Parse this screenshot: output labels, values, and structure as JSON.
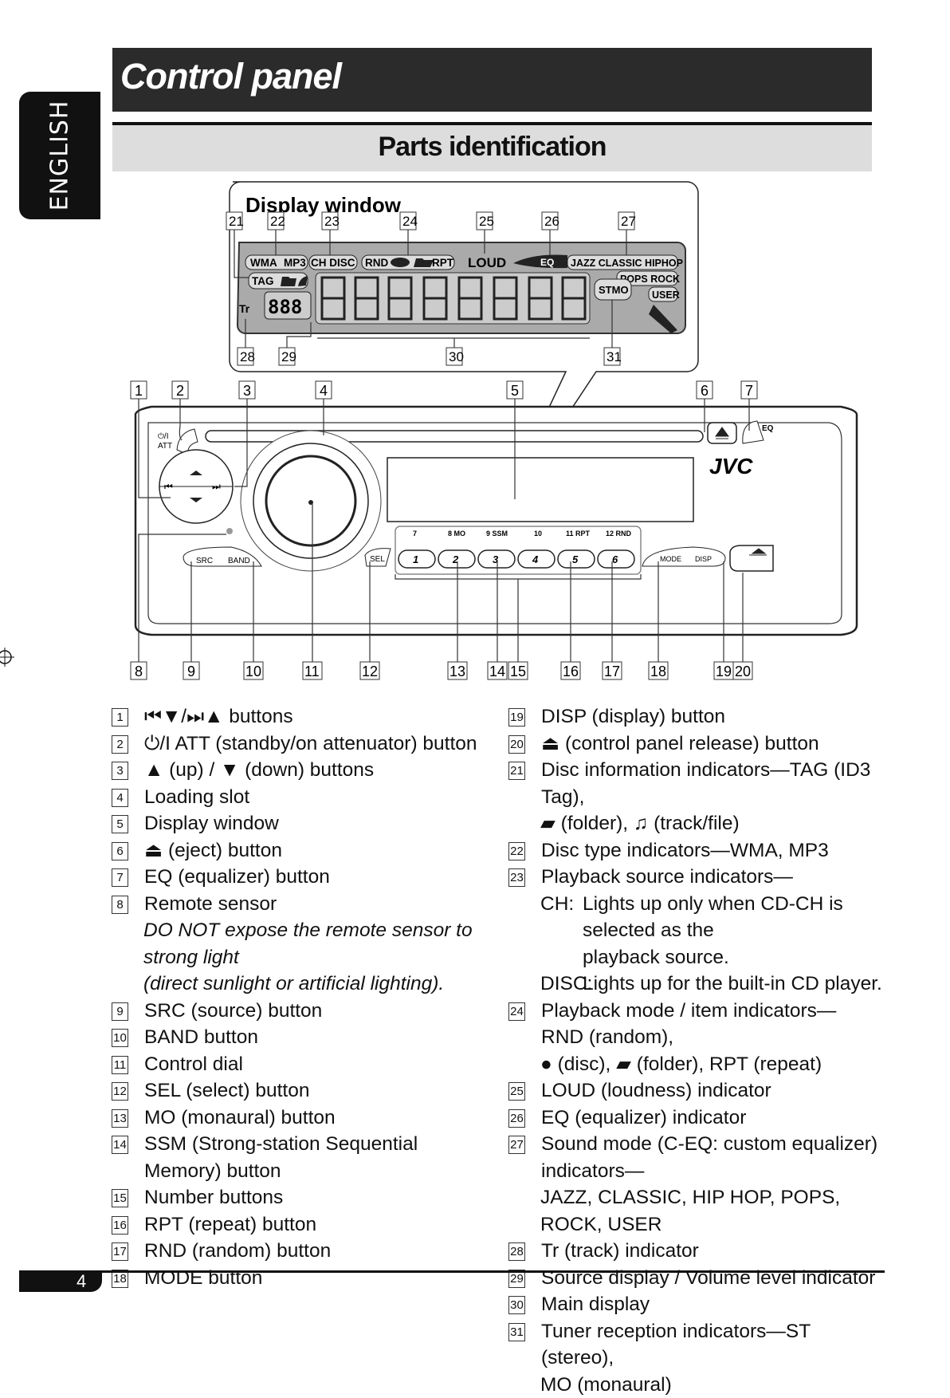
{
  "side_tab": {
    "language": "ENGLISH"
  },
  "header": {
    "title": "Control panel",
    "subtitle": "Parts identification"
  },
  "display_window": {
    "title": "Display window",
    "segments": {
      "wma": "WMA",
      "mp3": "MP3",
      "ch_disc": "CH DISC",
      "tag": "TAG",
      "rnd": "RND",
      "rpt": "RPT",
      "loud": "LOUD",
      "eq": "EQ",
      "jazz_classic_hiphop": "JAZZ CLASSIC HIPHOP",
      "pops_rock": "POPS ROCK",
      "user": "USER",
      "stmo": "STMO",
      "tr": "Tr"
    }
  },
  "unit": {
    "brand": "JVC",
    "power_label": "ATT",
    "eq_label": "EQ",
    "src_label": "SRC",
    "band_label": "BAND",
    "sel_label": "SEL",
    "mode_label": "MODE",
    "disp_label": "DISP",
    "number_buttons": [
      "1",
      "2",
      "3",
      "4",
      "5",
      "6"
    ],
    "upper_labels": [
      "7",
      "8 MO",
      "9 SSM",
      "10",
      "11 RPT",
      "12 RND"
    ]
  },
  "legend_left": [
    {
      "num": "1",
      "text": "buttons"
    },
    {
      "num": "2",
      "text": "ATT (standby/on attenuator) button"
    },
    {
      "num": "3",
      "text": "(up) / ▼ (down) buttons"
    },
    {
      "num": "4",
      "text": "Loading slot"
    },
    {
      "num": "5",
      "text": "Display window"
    },
    {
      "num": "6",
      "text": "(eject) button"
    },
    {
      "num": "7",
      "text": "EQ (equalizer) button"
    },
    {
      "num": "8",
      "text": "Remote sensor"
    },
    {
      "num": "",
      "text": "DO NOT expose the remote sensor to strong light"
    },
    {
      "num": "",
      "text": "(direct sunlight or artificial lighting)."
    },
    {
      "num": "9",
      "text": "SRC (source) button"
    },
    {
      "num": "10",
      "text": "BAND button"
    },
    {
      "num": "11",
      "text": "Control dial"
    },
    {
      "num": "12",
      "text": "SEL (select) button"
    },
    {
      "num": "13",
      "text": "MO (monaural) button"
    },
    {
      "num": "14",
      "text": "SSM (Strong-station Sequential Memory) button"
    },
    {
      "num": "15",
      "text": "Number buttons"
    },
    {
      "num": "16",
      "text": "RPT (repeat) button"
    },
    {
      "num": "17",
      "text": "RND (random) button"
    },
    {
      "num": "18",
      "text": "MODE button"
    }
  ],
  "legend_right": [
    {
      "num": "19",
      "text": "DISP (display) button"
    },
    {
      "num": "20",
      "text": "(control panel release) button"
    },
    {
      "num": "21",
      "text": "Disc information indicators—TAG (ID3 Tag),"
    },
    {
      "num": "",
      "text": "(folder),",
      "text2": "(track/file)"
    },
    {
      "num": "22",
      "text": "Disc type indicators—WMA, MP3"
    },
    {
      "num": "23",
      "text": "Playback source indicators—"
    },
    {
      "num": "",
      "key": "CH:",
      "text": "Lights up only when CD-CH is selected as the"
    },
    {
      "num": "",
      "key": "",
      "text": "playback source."
    },
    {
      "num": "",
      "key": "DISC:",
      "text": "Lights up for the built-in CD player."
    },
    {
      "num": "24",
      "text": "Playback mode / item indicators— RND (random),"
    },
    {
      "num": "",
      "text": "(disc),",
      "text2": "(folder), RPT (repeat)"
    },
    {
      "num": "25",
      "text": "LOUD (loudness) indicator"
    },
    {
      "num": "26",
      "text": "EQ (equalizer) indicator"
    },
    {
      "num": "27",
      "text": "Sound mode (C-EQ: custom equalizer) indicators—"
    },
    {
      "num": "",
      "text": "JAZZ, CLASSIC, HIP HOP, POPS, ROCK, USER"
    },
    {
      "num": "28",
      "text": "Tr (track) indicator"
    },
    {
      "num": "29",
      "text": "Source display / Volume level indicator"
    },
    {
      "num": "30",
      "text": "Main display"
    },
    {
      "num": "31",
      "text": "Tuner reception indicators—ST (stereo),"
    },
    {
      "num": "",
      "text": "MO (monaural)"
    }
  ],
  "footer": {
    "page_number": "4"
  }
}
